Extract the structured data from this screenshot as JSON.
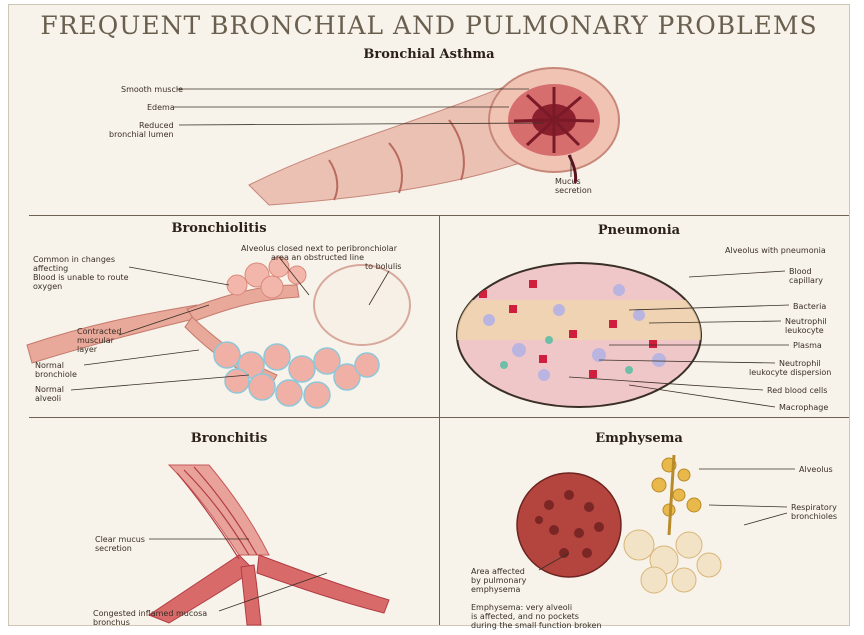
{
  "poster": {
    "title": "FREQUENT BRONCHIAL AND PULMONARY PROBLEMS"
  },
  "asthma": {
    "title": "Bronchial Asthma",
    "labels": {
      "smooth_muscle": "Smooth muscle",
      "edema": "Edema",
      "reduced_bronchial_lumen_1": "Reduced",
      "reduced_bronchial_lumen_2": "bronchial lumen",
      "mucus_1": "Mucus",
      "mucus_2": "secretion"
    }
  },
  "bronchiolitis": {
    "title": "Bronchiolitis",
    "labels": {
      "alveolus_note_1": "Alveolus closed next to peribronchiolar",
      "alveolus_note_2": "area an obstructed line",
      "alveolus_note_3": "to bolulis",
      "cause_1": "Common in changes",
      "cause_2": "affecting",
      "cause_3": "Blood is unable to route",
      "cause_4": "oxygen",
      "contracted_1": "Contracted",
      "contracted_2": "muscular",
      "contracted_3": "layer",
      "normal_bronchiole_1": "Normal",
      "normal_bronchiole_2": "bronchiole",
      "normal_alveoli_1": "Normal",
      "normal_alveoli_2": "alveoli"
    }
  },
  "pneumonia": {
    "title": "Pneumonia",
    "labels": {
      "subtitle": "Alveolus with pneumonia",
      "blood_capillary_1": "Blood",
      "blood_capillary_2": "capillary",
      "bacteria": "Bacteria",
      "neutrophil_1": "Neutrophil",
      "neutrophil_2": "leukocyte",
      "plasma": "Plasma",
      "neutrophil_granulocyte_1": "Neutrophil",
      "neutrophil_granulocyte_2": "leukocyte dispersion",
      "red_blood_cells": "Red blood cells",
      "macrophage": "Macrophage"
    }
  },
  "bronchitis": {
    "title": "Bronchitis",
    "labels": {
      "mucus_1": "Clear mucus",
      "mucus_2": "secretion",
      "mucosa_1": "Congested inflamed mucosa",
      "mucosa_2": "bronchus"
    }
  },
  "emphysema": {
    "title": "Emphysema",
    "labels": {
      "alveolus": "Alveolus",
      "resp_bronchiole_1": "Respiratory",
      "resp_bronchiole_2": "bronchioles",
      "area_1": "Area affected",
      "area_2": "by pulmonary",
      "area_3": "emphysema",
      "desc_1": "Emphysema: very alveoli",
      "desc_2": "is affected, and no pockets",
      "desc_3": "during the small function broken"
    }
  },
  "colors": {
    "tissue_pink": "#e8a89a",
    "muscle_red": "#c6394a",
    "lumen_dark": "#8a1f2e",
    "emphysema_yellow": "#e8b94a",
    "label_ink": "#3a2f26"
  }
}
